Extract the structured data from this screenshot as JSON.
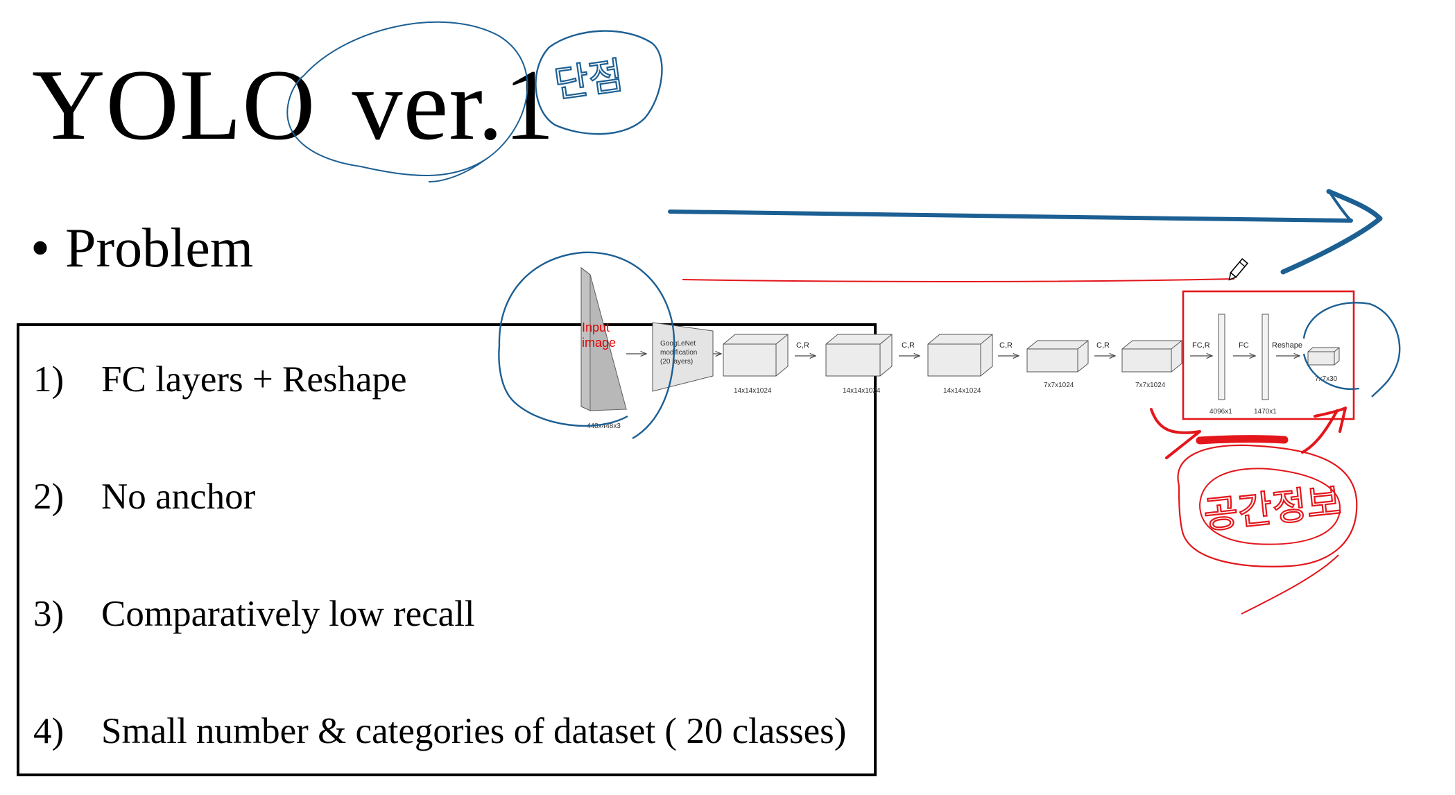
{
  "slide": {
    "title_part1": "YOLO",
    "title_part2": "ver.1",
    "bullet_symbol": "•",
    "bullet_heading": "Problem",
    "problems": [
      {
        "num": "1)",
        "text": "FC layers + Reshape"
      },
      {
        "num": "2)",
        "text": "No anchor"
      },
      {
        "num": "3)",
        "text": "Comparatively low recall"
      },
      {
        "num": "4)",
        "text": "Small number & categories of  dataset ( 20 classes)"
      }
    ]
  },
  "diagram": {
    "input_label_line1": "Input",
    "input_label_line2": "image",
    "input_size": "448x448x3",
    "googlenet_line1": "GoogLeNet",
    "googlenet_line2": "modification",
    "googlenet_line3": "(20 layers)",
    "block_sizes": [
      "14x14x1024",
      "14x14x1024",
      "14x14x1024",
      "7x7x1024",
      "7x7x1024"
    ],
    "arrow_labels": [
      "C,R",
      "C,R",
      "C,R",
      "C,R",
      "FC,R",
      "FC",
      "Reshape"
    ],
    "fc_sizes": [
      "4096x1",
      "1470x1"
    ],
    "output_size": "7x7x30"
  },
  "annotations": {
    "blue_handwriting": "단점",
    "red_handwriting": "공간정보",
    "ink_blue": "#1c5f93",
    "ink_red": "#e3161b",
    "cursor_icon": "pen-cursor-icon"
  }
}
